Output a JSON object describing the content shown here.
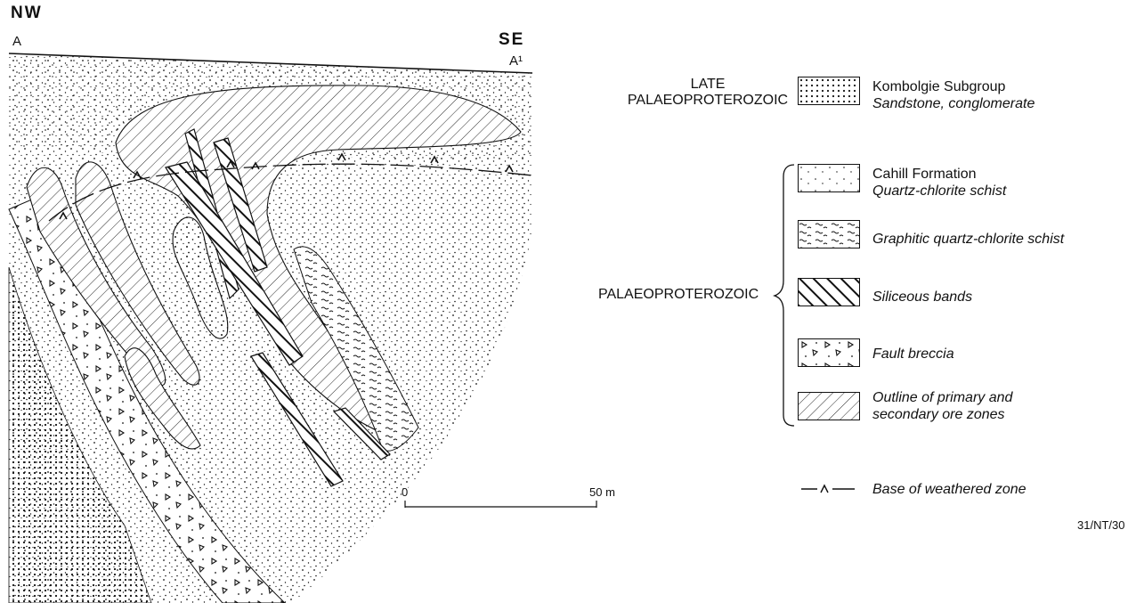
{
  "section": {
    "left_direction": "NW",
    "left_point": "A",
    "right_direction": "SE",
    "right_point": "A¹"
  },
  "scale_bar": {
    "start_label": "0",
    "end_label": "50 m"
  },
  "eras": {
    "late_line1": "LATE",
    "late_line2": "PALAEOPROTEROZOIC",
    "main": "PALAEOPROTEROZOIC"
  },
  "legend": [
    {
      "pattern": "kombolgie-pattern",
      "name": "Kombolgie Subgroup",
      "description": "Sandstone, conglomerate"
    },
    {
      "pattern": "cahill-pattern",
      "name": "Cahill Formation",
      "description": "Quartz-chlorite schist"
    },
    {
      "pattern": "graphitic-pattern",
      "name": "",
      "description": "Graphitic quartz-chlorite schist"
    },
    {
      "pattern": "siliceous-pattern",
      "name": "",
      "description": "Siliceous bands"
    },
    {
      "pattern": "breccia-pattern",
      "name": "",
      "description": "Fault breccia"
    },
    {
      "pattern": "ore-zone-pattern",
      "name": "",
      "description": "Outline of primary and secondary ore zones"
    },
    {
      "pattern": "weathered-line",
      "name": "",
      "description": "Base of weathered zone"
    }
  ],
  "figure_code": "31/NT/30",
  "colors": {
    "ink": "#111111",
    "paper": "#ffffff"
  }
}
